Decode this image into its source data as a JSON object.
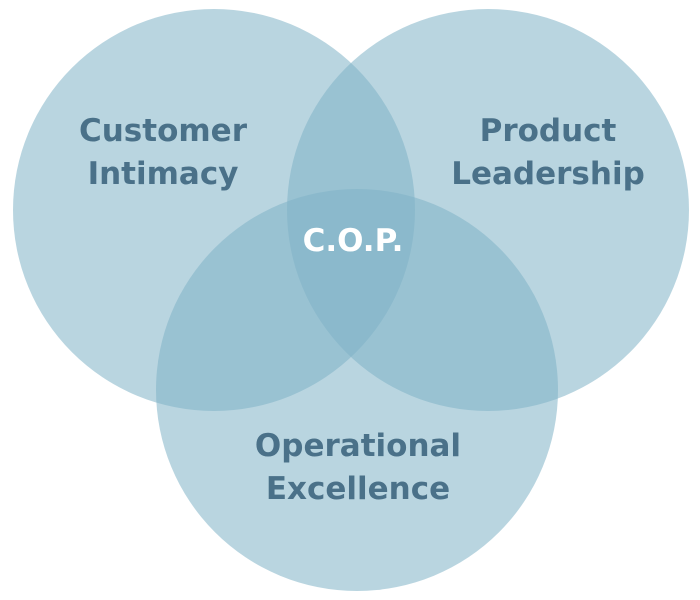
{
  "diagram": {
    "type": "venn-3",
    "circles": [
      {
        "id": "customer-intimacy",
        "label_lines": [
          "Customer",
          "Intimacy"
        ]
      },
      {
        "id": "product-leadership",
        "label_lines": [
          "Product",
          "Leadership"
        ]
      },
      {
        "id": "operational-excellence",
        "label_lines": [
          "Operational",
          "Excellence"
        ]
      }
    ],
    "center_label": "C.O.P."
  },
  "colors": {
    "circle_fill": "#7fb2c6",
    "label_text": "#4a7189",
    "center_text": "#ffffff",
    "background": "#ffffff"
  }
}
